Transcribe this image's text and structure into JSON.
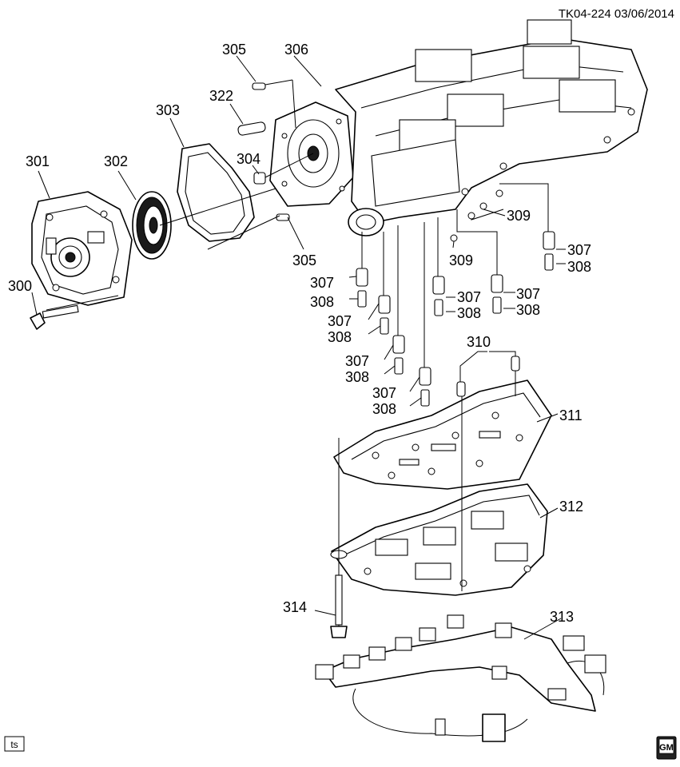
{
  "header": {
    "doc_id": "TK04-224 03/06/2014"
  },
  "callouts": {
    "c300": "300",
    "c301": "301",
    "c302": "302",
    "c303": "303",
    "c304": "304",
    "c305a": "305",
    "c305b": "305",
    "c306": "306",
    "c322": "322",
    "c307": "307",
    "c308": "308",
    "c309": "309",
    "c310": "310",
    "c311": "311",
    "c312": "312",
    "c313": "313",
    "c314": "314"
  },
  "footer": {
    "tag": "ts",
    "logo": "GM"
  }
}
